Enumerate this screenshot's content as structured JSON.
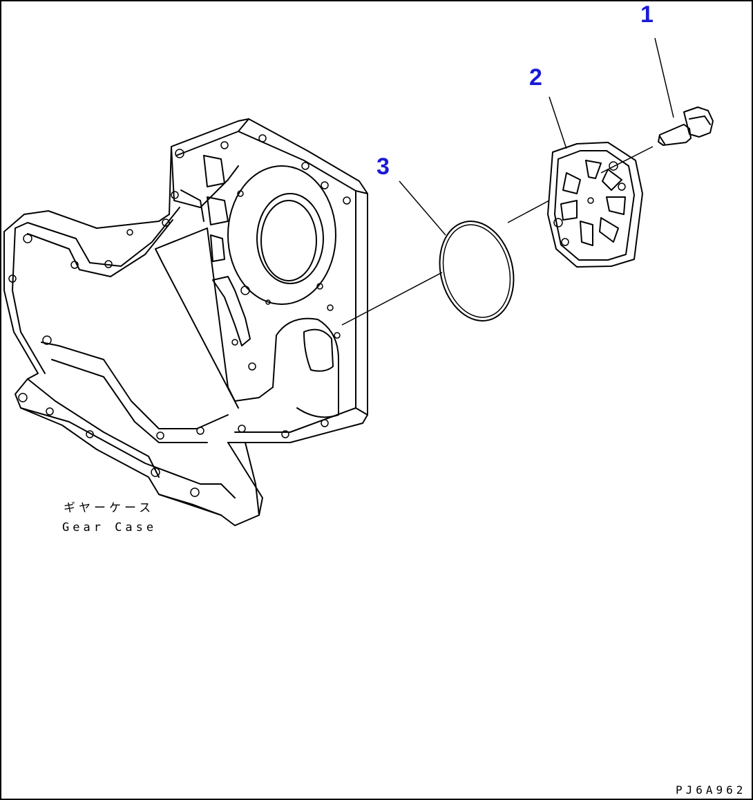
{
  "callouts": [
    {
      "label": "1",
      "part": "bolt"
    },
    {
      "label": "2",
      "part": "cover-plate"
    },
    {
      "label": "3",
      "part": "o-ring"
    }
  ],
  "caption": {
    "japanese": "ギヤーケース",
    "english": "Gear Case"
  },
  "drawing_number": "PJ6A962",
  "colors": {
    "callout": "#1a1ad6",
    "line": "#000000",
    "background": "#ffffff"
  }
}
